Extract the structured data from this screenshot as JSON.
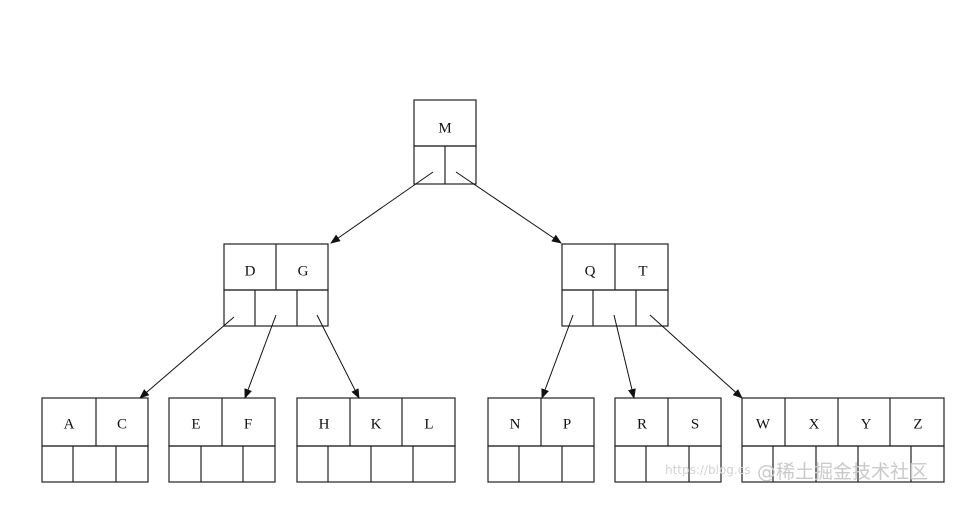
{
  "tree": {
    "root": {
      "keys": [
        "M"
      ]
    },
    "level1": [
      {
        "keys": [
          "D",
          "G"
        ]
      },
      {
        "keys": [
          "Q",
          "T"
        ]
      }
    ],
    "leaves": [
      {
        "keys": [
          "A",
          "C"
        ]
      },
      {
        "keys": [
          "E",
          "F"
        ]
      },
      {
        "keys": [
          "H",
          "K",
          "L"
        ]
      },
      {
        "keys": [
          "N",
          "P"
        ]
      },
      {
        "keys": [
          "R",
          "S"
        ]
      },
      {
        "keys": [
          "W",
          "X",
          "Y",
          "Z"
        ]
      }
    ]
  },
  "watermark": {
    "url": "https://blog.cs",
    "brand": "@稀土掘金技术社区"
  }
}
